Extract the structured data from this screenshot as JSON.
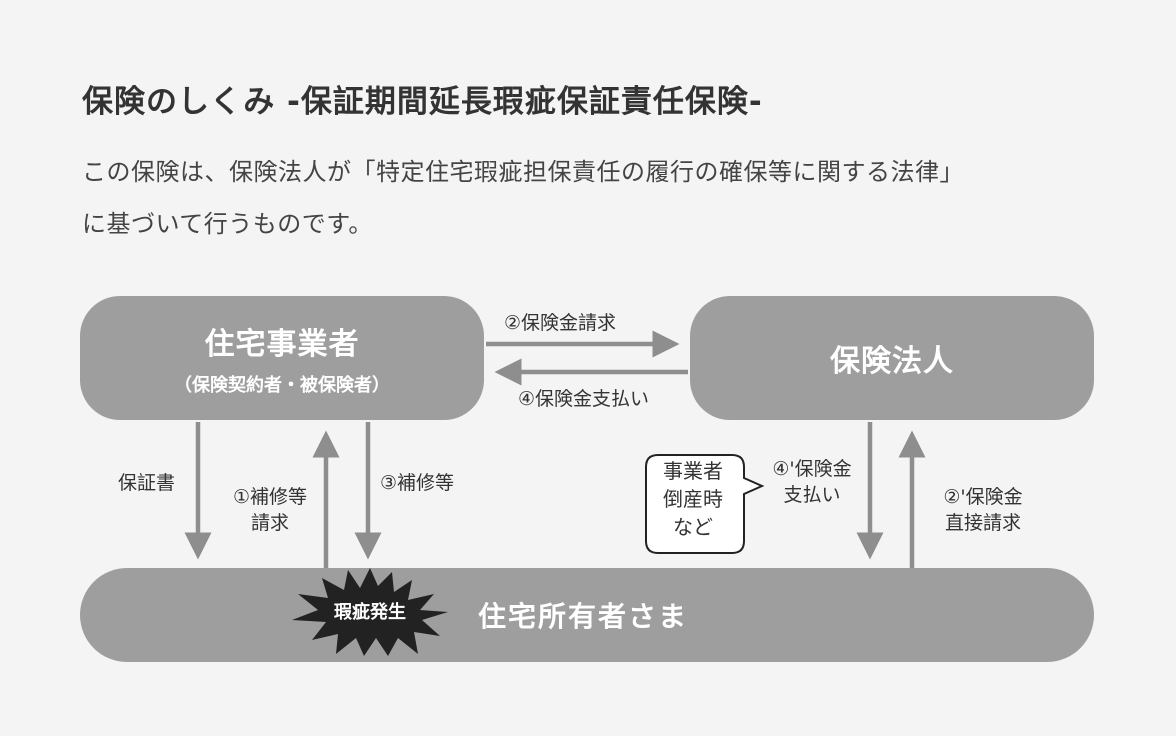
{
  "title": "保険のしくみ -保証期間延長瑕疵保証責任保険-",
  "description": {
    "line1": "この保険は、保険法人が「特定住宅瑕疵担保責任の履行の確保等に関する法律」",
    "line2": "に基づいて行うものです。"
  },
  "nodes": {
    "business": {
      "title": "住宅事業者",
      "subtitle": "（保険契約者・被保険者）"
    },
    "insurer": {
      "title": "保険法人"
    },
    "owner": {
      "title": "住宅所有者さま"
    }
  },
  "flows": {
    "claim": "②保険金請求",
    "payment": "④保険金支払い",
    "certificate": "保証書",
    "repair_request_line1": "①補修等",
    "repair_request_line2": "請求",
    "repair": "③補修等",
    "direct_payment_line1": "④'保険金",
    "direct_payment_line2": "支払い",
    "direct_claim_line1": "②'保険金",
    "direct_claim_line2": "直接請求"
  },
  "bubble": {
    "line1": "事業者",
    "line2": "倒産時",
    "line3": "など"
  },
  "burst": {
    "label": "瑕疵発生"
  },
  "colors": {
    "box": "#9e9e9e",
    "arrow": "#8e8e8e",
    "burst": "#222222",
    "background": "#f4f4f4"
  }
}
